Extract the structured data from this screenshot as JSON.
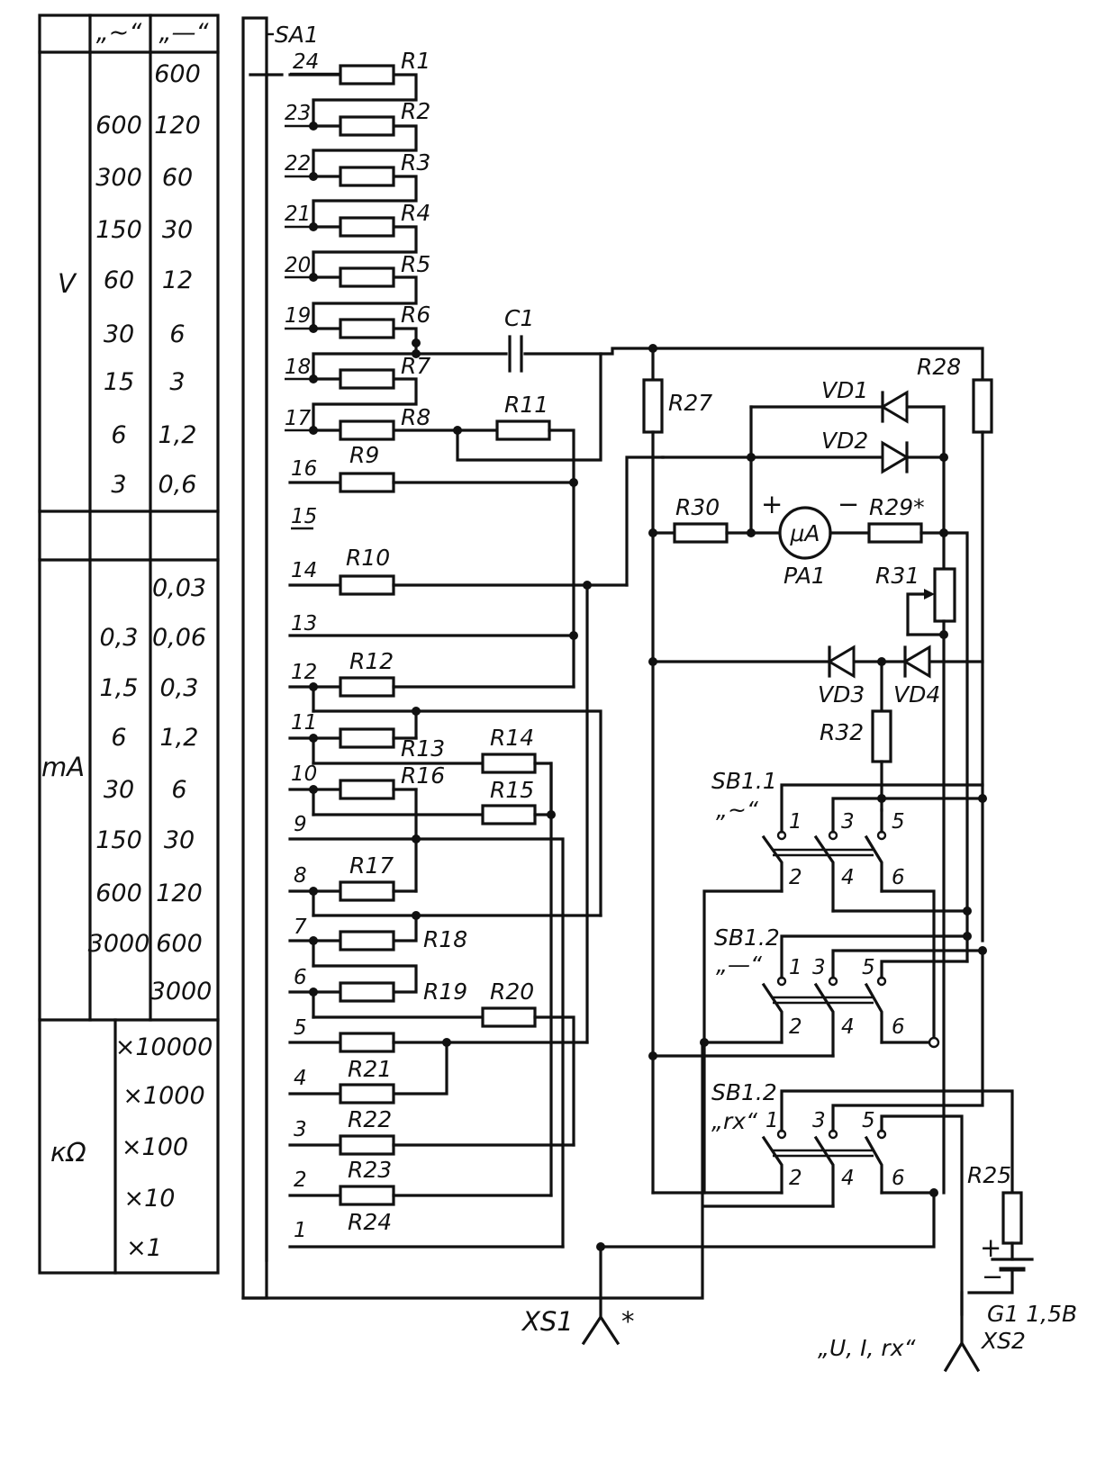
{
  "table": {
    "headers": [
      "„~“",
      "„—“"
    ],
    "voltage": {
      "unit": "V",
      "rows": [
        [
          "",
          "600"
        ],
        [
          "600",
          "120"
        ],
        [
          "300",
          "60"
        ],
        [
          "150",
          "30"
        ],
        [
          "60",
          "12"
        ],
        [
          "30",
          "6"
        ],
        [
          "15",
          "3"
        ],
        [
          "6",
          "1,2"
        ],
        [
          "3",
          "0,6"
        ]
      ]
    },
    "current": {
      "unit": "mA",
      "rows": [
        [
          "",
          "0,03"
        ],
        [
          "0,3",
          "0,06"
        ],
        [
          "1,5",
          "0,3"
        ],
        [
          "6",
          "1,2"
        ],
        [
          "30",
          "6"
        ],
        [
          "150",
          "30"
        ],
        [
          "600",
          "120"
        ],
        [
          "3000",
          "600"
        ],
        [
          "",
          "3000"
        ]
      ]
    },
    "resistance": {
      "unit": "кΩ",
      "rows": [
        "×10000",
        "×1000",
        "×100",
        "×10",
        "×1"
      ]
    }
  },
  "switch": {
    "name": "SA1",
    "positions": [
      "24",
      "23",
      "22",
      "21",
      "20",
      "19",
      "18",
      "17",
      "16",
      "15",
      "14",
      "13",
      "12",
      "11",
      "10",
      "9",
      "8",
      "7",
      "6",
      "5",
      "4",
      "3",
      "2",
      "1"
    ]
  },
  "resistors": {
    "R1": "R1",
    "R2": "R2",
    "R3": "R3",
    "R4": "R4",
    "R5": "R5",
    "R6": "R6",
    "R7": "R7",
    "R8": "R8",
    "R9": "R9",
    "R10": "R10",
    "R11": "R11",
    "R12": "R12",
    "R13": "R13",
    "R14": "R14",
    "R15": "R15",
    "R16": "R16",
    "R17": "R17",
    "R18": "R18",
    "R19": "R19",
    "R20": "R20",
    "R21": "R21",
    "R22": "R22",
    "R23": "R23",
    "R24": "R24",
    "R25": "R25",
    "R27": "R27",
    "R28": "R28",
    "R29": "R29*",
    "R30": "R30",
    "R31": "R31",
    "R32": "R32"
  },
  "capacitor": "C1",
  "diodes": [
    "VD1",
    "VD2",
    "VD3",
    "VD4"
  ],
  "meter": {
    "symbol": "μA",
    "name": "PA1",
    "plus": "+",
    "minus": "−"
  },
  "buttons": [
    {
      "name": "SB1.1",
      "mode": "„~“"
    },
    {
      "name": "SB1.2",
      "mode": "„—“"
    },
    {
      "name": "SB1.2",
      "mode": "„rx“"
    }
  ],
  "contacts": [
    "1",
    "2",
    "3",
    "4",
    "5",
    "6"
  ],
  "battery": {
    "name": "G1 1,5В",
    "plus": "+",
    "minus": "−"
  },
  "connectors": {
    "xs1": "XS1",
    "xs1_mark": "*",
    "xs2": "XS2",
    "xs2_mode": "„U, I, rx“"
  }
}
